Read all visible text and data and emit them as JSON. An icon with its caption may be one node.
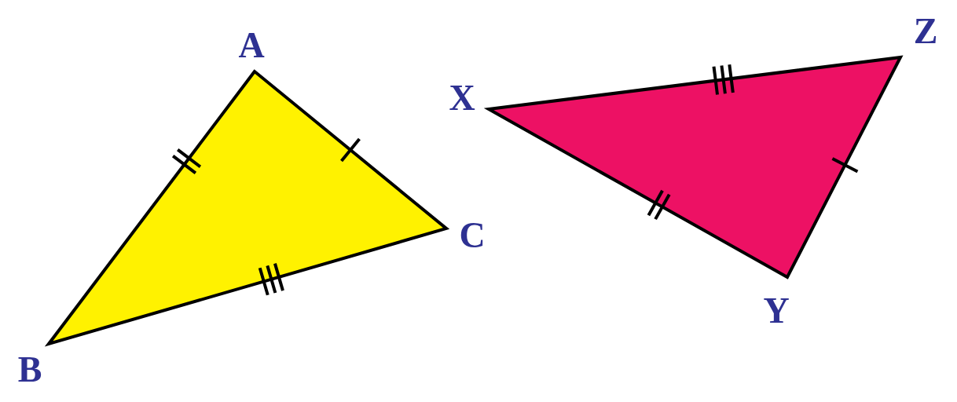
{
  "diagram": {
    "labels": [
      "Z",
      "A",
      "X",
      "C",
      "Y",
      "B"
    ]
  }
}
